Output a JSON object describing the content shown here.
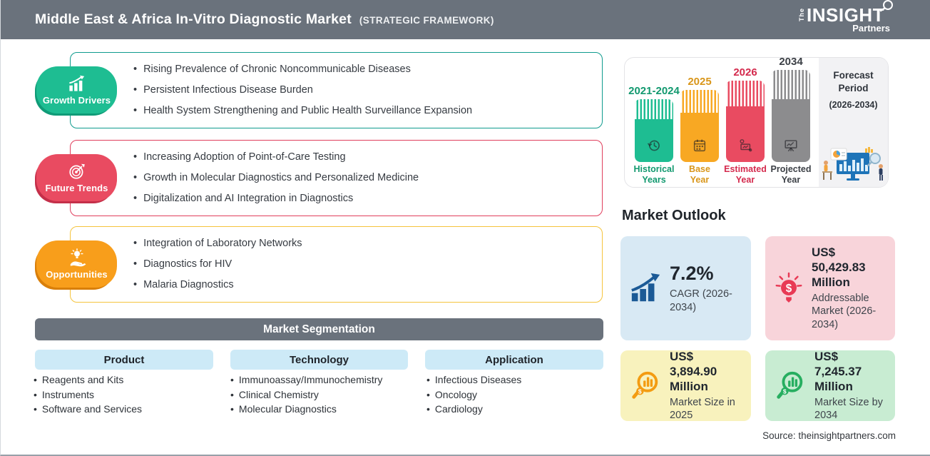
{
  "header": {
    "title": "Middle East & Africa In-Vitro Diagnostic Market",
    "subtitle": "(STRATEGIC FRAMEWORK)",
    "bg": "#6a727c",
    "logo": {
      "the": "The",
      "name": "INSIGHT",
      "suffix": "Partners"
    }
  },
  "framework": {
    "sections": [
      {
        "label": "Growth Drivers",
        "badge_color": "#1ebd92",
        "badge_shadow": "#0f9b77",
        "border_color": "#0f9b8e",
        "items": [
          "Rising Prevalence of Chronic Noncommunicable Diseases",
          "Persistent Infectious Disease Burden",
          "Health System Strengthening and Public Health Surveillance Expansion"
        ]
      },
      {
        "label": "Future Trends",
        "badge_color": "#e94b61",
        "badge_shadow": "#c42f49",
        "border_color": "#e03e5c",
        "items": [
          "Increasing Adoption of Point-of-Care Testing",
          "Growth in Molecular Diagnostics and Personalized Medicine",
          "Digitalization and AI Integration in Diagnostics"
        ]
      },
      {
        "label": "Opportunities",
        "badge_color": "#f89e1b",
        "badge_shadow": "#d97f0a",
        "border_color": "#f5c43d",
        "items": [
          "Integration of Laboratory Networks",
          "Diagnostics for HIV",
          "Malaria Diagnostics"
        ]
      }
    ]
  },
  "segmentation": {
    "title": "Market Segmentation",
    "header_bg": "#6a727c",
    "column_header_bg": "#cdeaf7",
    "columns": [
      {
        "header": "Product",
        "items": [
          "Reagents and Kits",
          "Instruments",
          "Software and Services"
        ]
      },
      {
        "header": "Technology",
        "items": [
          "Immunoassay/Immunochemistry",
          "Clinical Chemistry",
          "Molecular Diagnostics"
        ]
      },
      {
        "header": "Application",
        "items": [
          "Infectious Diseases",
          "Oncology",
          "Cardiology"
        ]
      }
    ]
  },
  "timeline": {
    "bars": [
      {
        "year": "2021-2024",
        "label_line1": "Historical",
        "label_line2": "Years",
        "color": "#1ebd92",
        "year_color": "#12996f"
      },
      {
        "year": "2025",
        "label_line1": "Base",
        "label_line2": "Year",
        "color": "#f8a823",
        "year_color": "#d9961a"
      },
      {
        "year": "2026",
        "label_line1": "Estimated",
        "label_line2": "Year",
        "color": "#e94b61",
        "year_color": "#d42a4d"
      },
      {
        "year": "2034",
        "label_line1": "Projected",
        "label_line2": "Year",
        "color": "#8c8c8e",
        "year_color": "#3b3f45"
      }
    ],
    "forecast": {
      "title": "Forecast Period",
      "range": "(2026-2034)"
    }
  },
  "outlook": {
    "title": "Market Outlook",
    "cards": [
      {
        "value": "7.2%",
        "label": "CAGR (2026-2034)",
        "bg": "#d8e9f4",
        "icon_color": "#1b5a96"
      },
      {
        "value": "US$ 50,429.83 Million",
        "label": "Addressable Market (2026-2034)",
        "bg": "#f8d4da",
        "icon_color": "#e83a55"
      },
      {
        "value": "US$ 3,894.90 Million",
        "label": "Market Size in 2025",
        "bg": "#f8f2bd",
        "icon_color": "#f39c12"
      },
      {
        "value": "US$ 7,245.37 Million",
        "label": "Market Size by 2034",
        "bg": "#c8ecd2",
        "icon_color": "#27ae60"
      }
    ]
  },
  "source": "Source: theinsightpartners.com"
}
